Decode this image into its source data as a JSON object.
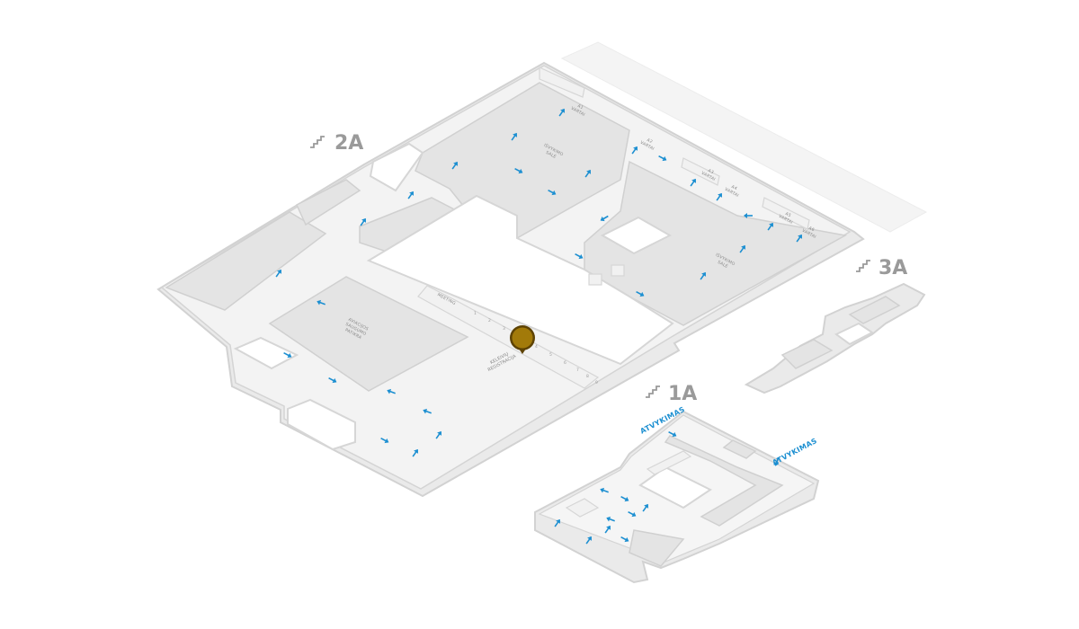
{
  "colors": {
    "arrow": "#1c8fd1",
    "marker_fill": "#a27a0a",
    "marker_ring": "#5e4304",
    "floor_label": "#9a9a9a",
    "arrival_label": "#1c8fd1"
  },
  "floors": {
    "f2a": {
      "label": "2A",
      "icon": "stairs-icon"
    },
    "f3a": {
      "label": "3A",
      "icon": "stairs-icon"
    },
    "f1a": {
      "label": "1A",
      "icon": "stairs-icon"
    }
  },
  "rooms": {
    "gate_a1_line1": "A1",
    "gate_a1_line2": "VARTAI",
    "gate_a2_line1": "A2",
    "gate_a2_line2": "VARTAI",
    "gate_a3_line1": "A3",
    "gate_a3_line2": "VARTAI",
    "gate_a4_line1": "A4",
    "gate_a4_line2": "VARTAI",
    "gate_a5_line1": "A5",
    "gate_a5_line2": "VARTAI",
    "gate_a6_line1": "A6",
    "gate_a6_line2": "VARTAI",
    "waiting_hall_1_line1": "IŠVYKIMO",
    "waiting_hall_1_line2": "SALĖ",
    "waiting_hall_2_line1": "IŠVYKIMO",
    "waiting_hall_2_line2": "SALĖ",
    "security_line1": "AVIACIJOS",
    "security_line2": "SAUGUMO",
    "security_line3": "PATIKRA",
    "checkin_line1": "KELEIVIŲ",
    "checkin_line2": "REGISTRACIJA",
    "meeting": "MEETING"
  },
  "checkin_desks": [
    "1",
    "2",
    "3",
    "4",
    "5",
    "6",
    "7",
    "8",
    "9"
  ],
  "arrivals": {
    "left": "ATVYKIMAS",
    "right": "ATVYKIMAS"
  },
  "marker": {
    "icon": "location-pin-icon"
  }
}
